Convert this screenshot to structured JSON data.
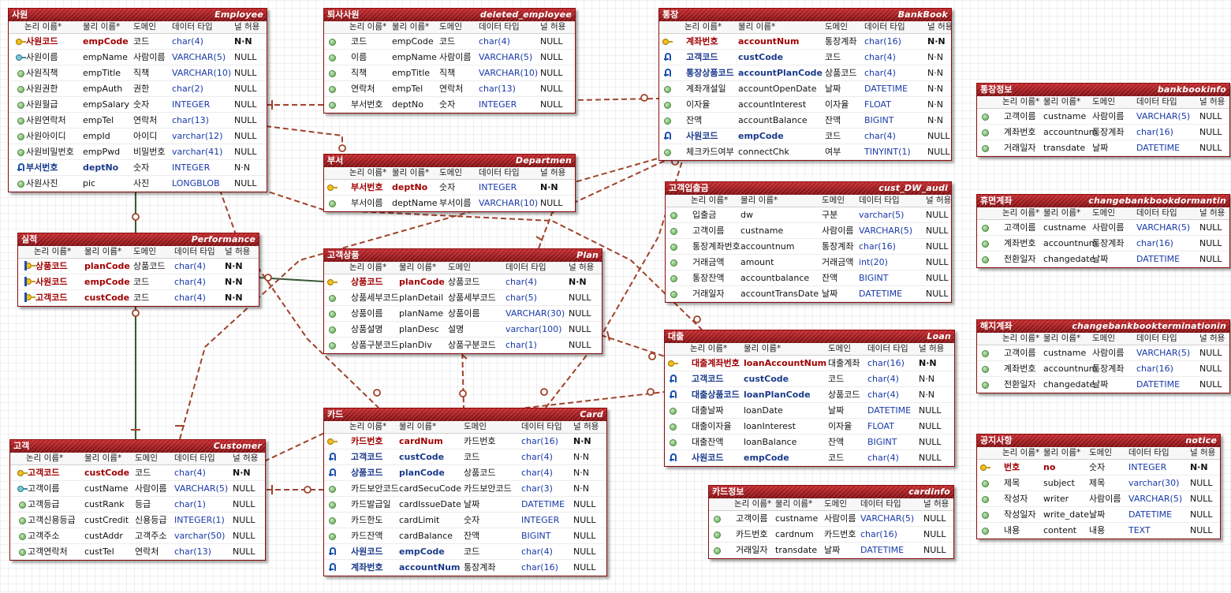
{
  "colors": {
    "relationship_line": "#a0422a",
    "identifying_line": "#3a5a3a",
    "header_dark": "#7d0c0f",
    "header_light": "#c0262a",
    "key_column": "#a00000",
    "foreign_key_column": "#1a3a8a",
    "type_text": "#1a3aa8"
  },
  "column_headers": [
    "논리 이름*",
    "물리 이름*",
    "도메인",
    "데이터 타입",
    "널 허용"
  ],
  "entities": [
    {
      "id": "employee",
      "logical": "사원",
      "physical": "Employee",
      "rows": [
        {
          "key": "pk",
          "log": "사원코드",
          "phys": "empCode",
          "dom": "코드",
          "type": "char(4)",
          "null": "N·N"
        },
        {
          "key": "uk",
          "log": "사원이름",
          "phys": "empName",
          "dom": "사람이름",
          "type": "VARCHAR(5)",
          "null": "NULL"
        },
        {
          "key": "",
          "log": "사원직책",
          "phys": "empTitle",
          "dom": "직책",
          "type": "VARCHAR(10)",
          "null": "NULL"
        },
        {
          "key": "",
          "log": "사원권한",
          "phys": "empAuth",
          "dom": "권한",
          "type": "char(2)",
          "null": "NULL"
        },
        {
          "key": "",
          "log": "사원월급",
          "phys": "empSalary",
          "dom": "숫자",
          "type": "INTEGER",
          "null": "NULL"
        },
        {
          "key": "",
          "log": "사원연락처",
          "phys": "empTel",
          "dom": "연락처",
          "type": "char(13)",
          "null": "NULL"
        },
        {
          "key": "",
          "log": "사원아이디",
          "phys": "empId",
          "dom": "아이디",
          "type": "varchar(12)",
          "null": "NULL"
        },
        {
          "key": "",
          "log": "사원비밀번호",
          "phys": "empPwd",
          "dom": "비밀번호",
          "type": "varchar(41)",
          "null": "NULL"
        },
        {
          "key": "fk",
          "log": "부서번호",
          "phys": "deptNo",
          "dom": "숫자",
          "type": "INTEGER",
          "null": "N·N"
        },
        {
          "key": "",
          "log": "사원사진",
          "phys": "pic",
          "dom": "사진",
          "type": "LONGBLOB",
          "null": "NULL"
        }
      ]
    },
    {
      "id": "deleted_employee",
      "logical": "퇴사사원",
      "physical": "deleted_employee",
      "rows": [
        {
          "key": "",
          "log": "코드",
          "phys": "empCode",
          "dom": "코드",
          "type": "char(4)",
          "null": "NULL"
        },
        {
          "key": "",
          "log": "이름",
          "phys": "empName",
          "dom": "사람이름",
          "type": "VARCHAR(5)",
          "null": "NULL"
        },
        {
          "key": "",
          "log": "직책",
          "phys": "empTitle",
          "dom": "직책",
          "type": "VARCHAR(10)",
          "null": "NULL"
        },
        {
          "key": "",
          "log": "연락처",
          "phys": "empTel",
          "dom": "연락처",
          "type": "char(13)",
          "null": "NULL"
        },
        {
          "key": "",
          "log": "부서번호",
          "phys": "deptNo",
          "dom": "숫자",
          "type": "INTEGER",
          "null": "NULL"
        }
      ]
    },
    {
      "id": "department",
      "logical": "부서",
      "physical": "Departmen",
      "rows": [
        {
          "key": "pk",
          "log": "부서번호",
          "phys": "deptNo",
          "dom": "숫자",
          "type": "INTEGER",
          "null": "N·N"
        },
        {
          "key": "",
          "log": "부서이름",
          "phys": "deptName",
          "dom": "부서이름",
          "type": "VARCHAR(10)",
          "null": "NULL"
        }
      ]
    },
    {
      "id": "bankbook",
      "logical": "통장",
      "physical": "BankBook",
      "rows": [
        {
          "key": "pk",
          "log": "계좌번호",
          "phys": "accountNum",
          "dom": "통장계좌",
          "type": "char(16)",
          "null": "N·N"
        },
        {
          "key": "fk",
          "log": "고객코드",
          "phys": "custCode",
          "dom": "코드",
          "type": "char(4)",
          "null": "N·N"
        },
        {
          "key": "fk",
          "log": "통장상품코드",
          "phys": "accountPlanCode",
          "dom": "상품코드",
          "type": "char(4)",
          "null": "N·N"
        },
        {
          "key": "",
          "log": "계좌개설일",
          "phys": "accountOpenDate",
          "dom": "날짜",
          "type": "DATETIME",
          "null": "N·N"
        },
        {
          "key": "",
          "log": "이자율",
          "phys": "accountInterest",
          "dom": "이자율",
          "type": "FLOAT",
          "null": "N·N"
        },
        {
          "key": "",
          "log": "잔액",
          "phys": "accountBalance",
          "dom": "잔액",
          "type": "BIGINT",
          "null": "N·N"
        },
        {
          "key": "fk",
          "log": "사원코드",
          "phys": "empCode",
          "dom": "코드",
          "type": "char(4)",
          "null": "NULL"
        },
        {
          "key": "",
          "log": "체크카드여부",
          "phys": "connectChk",
          "dom": "여부",
          "type": "TINYINT(1)",
          "null": "NULL"
        }
      ]
    },
    {
      "id": "bankbookinfo",
      "logical": "통장정보",
      "physical": "bankbookinfo",
      "rows": [
        {
          "key": "",
          "log": "고객이름",
          "phys": "custname",
          "dom": "사람이름",
          "type": "VARCHAR(5)",
          "null": "NULL"
        },
        {
          "key": "",
          "log": "계좌번호",
          "phys": "accountnum",
          "dom": "통장계좌",
          "type": "char(16)",
          "null": "NULL"
        },
        {
          "key": "",
          "log": "거래일자",
          "phys": "transdate",
          "dom": "날짜",
          "type": "DATETIME",
          "null": "NULL"
        }
      ]
    },
    {
      "id": "cust_dw_audit",
      "logical": "고객입출금",
      "physical": "cust_DW_audi",
      "rows": [
        {
          "key": "",
          "log": "입출금",
          "phys": "dw",
          "dom": "구분",
          "type": "varchar(5)",
          "null": "NULL"
        },
        {
          "key": "",
          "log": "고객이름",
          "phys": "custname",
          "dom": "사람이름",
          "type": "VARCHAR(5)",
          "null": "NULL"
        },
        {
          "key": "",
          "log": "통장계좌번호",
          "phys": "accountnum",
          "dom": "통장계좌",
          "type": "char(16)",
          "null": "NULL"
        },
        {
          "key": "",
          "log": "거래금액",
          "phys": "amount",
          "dom": "거래금액",
          "type": "int(20)",
          "null": "NULL"
        },
        {
          "key": "",
          "log": "통장잔액",
          "phys": "accountbalance",
          "dom": "잔액",
          "type": "BIGINT",
          "null": "NULL"
        },
        {
          "key": "",
          "log": "거래일자",
          "phys": "accountTransDate",
          "dom": "날짜",
          "type": "DATETIME",
          "null": "NULL"
        }
      ]
    },
    {
      "id": "dormant",
      "logical": "휴면계좌",
      "physical": "changebankbookdormantin",
      "rows": [
        {
          "key": "",
          "log": "고객이름",
          "phys": "custname",
          "dom": "사람이름",
          "type": "VARCHAR(5)",
          "null": "NULL"
        },
        {
          "key": "",
          "log": "계좌번호",
          "phys": "accountnum",
          "dom": "통장계좌",
          "type": "char(16)",
          "null": "NULL"
        },
        {
          "key": "",
          "log": "전환일자",
          "phys": "changedate",
          "dom": "날짜",
          "type": "DATETIME",
          "null": "NULL"
        }
      ]
    },
    {
      "id": "termination",
      "logical": "해지계좌",
      "physical": "changebankbookterminationin",
      "rows": [
        {
          "key": "",
          "log": "고객이름",
          "phys": "custname",
          "dom": "사람이름",
          "type": "VARCHAR(5)",
          "null": "NULL"
        },
        {
          "key": "",
          "log": "계좌번호",
          "phys": "accountnum",
          "dom": "통장계좌",
          "type": "char(16)",
          "null": "NULL"
        },
        {
          "key": "",
          "log": "전환일자",
          "phys": "changedate",
          "dom": "날짜",
          "type": "DATETIME",
          "null": "NULL"
        }
      ]
    },
    {
      "id": "performance",
      "logical": "실적",
      "physical": "Performance",
      "rows": [
        {
          "key": "pkfk",
          "log": "상품코드",
          "phys": "planCode",
          "dom": "상품코드",
          "type": "char(4)",
          "null": "N·N"
        },
        {
          "key": "pkfk",
          "log": "사원코드",
          "phys": "empCode",
          "dom": "코드",
          "type": "char(4)",
          "null": "N·N"
        },
        {
          "key": "pkfk",
          "log": "고객코드",
          "phys": "custCode",
          "dom": "코드",
          "type": "char(4)",
          "null": "N·N"
        }
      ]
    },
    {
      "id": "plan",
      "logical": "고객상품",
      "physical": "Plan",
      "rows": [
        {
          "key": "pk",
          "log": "상품코드",
          "phys": "planCode",
          "dom": "상품코드",
          "type": "char(4)",
          "null": "N·N"
        },
        {
          "key": "",
          "log": "상품세부코드",
          "phys": "planDetail",
          "dom": "상품세부코드",
          "type": "char(5)",
          "null": "NULL"
        },
        {
          "key": "",
          "log": "상품이름",
          "phys": "planName",
          "dom": "상품이름",
          "type": "VARCHAR(30)",
          "null": "NULL"
        },
        {
          "key": "",
          "log": "상품설명",
          "phys": "planDesc",
          "dom": "설명",
          "type": "varchar(100)",
          "null": "NULL"
        },
        {
          "key": "",
          "log": "상품구분코드",
          "phys": "planDiv",
          "dom": "상품구분코드",
          "type": "char(1)",
          "null": "NULL"
        }
      ]
    },
    {
      "id": "loan",
      "logical": "대출",
      "physical": "Loan",
      "rows": [
        {
          "key": "pk",
          "log": "대출계좌번호",
          "phys": "loanAccountNum",
          "dom": "대출계좌",
          "type": "char(16)",
          "null": "N·N"
        },
        {
          "key": "fk",
          "log": "고객코드",
          "phys": "custCode",
          "dom": "코드",
          "type": "char(4)",
          "null": "N·N"
        },
        {
          "key": "fk",
          "log": "대출상품코드",
          "phys": "loanPlanCode",
          "dom": "상품코드",
          "type": "char(4)",
          "null": "N·N"
        },
        {
          "key": "",
          "log": "대출날짜",
          "phys": "loanDate",
          "dom": "날짜",
          "type": "DATETIME",
          "null": "NULL"
        },
        {
          "key": "",
          "log": "대출이자율",
          "phys": "loanInterest",
          "dom": "이자율",
          "type": "FLOAT",
          "null": "NULL"
        },
        {
          "key": "",
          "log": "대출잔액",
          "phys": "loanBalance",
          "dom": "잔액",
          "type": "BIGINT",
          "null": "NULL"
        },
        {
          "key": "fk",
          "log": "사원코드",
          "phys": "empCode",
          "dom": "코드",
          "type": "char(4)",
          "null": "NULL"
        }
      ]
    },
    {
      "id": "customer",
      "logical": "고객",
      "physical": "Customer",
      "rows": [
        {
          "key": "pk",
          "log": "고객코드",
          "phys": "custCode",
          "dom": "코드",
          "type": "char(4)",
          "null": "N·N"
        },
        {
          "key": "uk",
          "log": "고객이름",
          "phys": "custName",
          "dom": "사람이름",
          "type": "VARCHAR(5)",
          "null": "NULL"
        },
        {
          "key": "",
          "log": "고객등급",
          "phys": "custRank",
          "dom": "등급",
          "type": "char(1)",
          "null": "NULL"
        },
        {
          "key": "",
          "log": "고객신용등급",
          "phys": "custCredit",
          "dom": "신용등급",
          "type": "INTEGER(1)",
          "null": "NULL"
        },
        {
          "key": "",
          "log": "고객주소",
          "phys": "custAddr",
          "dom": "고객주소",
          "type": "varchar(50)",
          "null": "NULL"
        },
        {
          "key": "",
          "log": "고객연락처",
          "phys": "custTel",
          "dom": "연락처",
          "type": "char(13)",
          "null": "NULL"
        }
      ]
    },
    {
      "id": "card",
      "logical": "카드",
      "physical": "Card",
      "rows": [
        {
          "key": "pk",
          "log": "카드번호",
          "phys": "cardNum",
          "dom": "카드번호",
          "type": "char(16)",
          "null": "N·N"
        },
        {
          "key": "fk",
          "log": "고객코드",
          "phys": "custCode",
          "dom": "코드",
          "type": "char(4)",
          "null": "N·N"
        },
        {
          "key": "fk",
          "log": "상품코드",
          "phys": "planCode",
          "dom": "상품코드",
          "type": "char(4)",
          "null": "N·N"
        },
        {
          "key": "",
          "log": "카드보안코드",
          "phys": "cardSecuCode",
          "dom": "카드보안코드",
          "type": "char(3)",
          "null": "N·N"
        },
        {
          "key": "",
          "log": "카드발급일",
          "phys": "cardIssueDate",
          "dom": "날짜",
          "type": "DATETIME",
          "null": "NULL"
        },
        {
          "key": "",
          "log": "카드한도",
          "phys": "cardLimit",
          "dom": "숫자",
          "type": "INTEGER",
          "null": "NULL"
        },
        {
          "key": "",
          "log": "카드잔액",
          "phys": "cardBalance",
          "dom": "잔액",
          "type": "BIGINT",
          "null": "NULL"
        },
        {
          "key": "fk",
          "log": "사원코드",
          "phys": "empCode",
          "dom": "코드",
          "type": "char(4)",
          "null": "NULL"
        },
        {
          "key": "fk",
          "log": "계좌번호",
          "phys": "accountNum",
          "dom": "통장계좌",
          "type": "char(16)",
          "null": "NULL"
        }
      ]
    },
    {
      "id": "cardinfo",
      "logical": "카드정보",
      "physical": "cardinfo",
      "rows": [
        {
          "key": "",
          "log": "고객이름",
          "phys": "custname",
          "dom": "사람이름",
          "type": "VARCHAR(5)",
          "null": "NULL"
        },
        {
          "key": "",
          "log": "카드번호",
          "phys": "cardnum",
          "dom": "카드번호",
          "type": "char(16)",
          "null": "NULL"
        },
        {
          "key": "",
          "log": "거래일자",
          "phys": "transdate",
          "dom": "날짜",
          "type": "DATETIME",
          "null": "NULL"
        }
      ]
    },
    {
      "id": "notice",
      "logical": "공지사항",
      "physical": "notice",
      "rows": [
        {
          "key": "pk",
          "log": "번호",
          "phys": "no",
          "dom": "숫자",
          "type": "INTEGER",
          "null": "N·N"
        },
        {
          "key": "",
          "log": "제목",
          "phys": "subject",
          "dom": "제목",
          "type": "varchar(30)",
          "null": "NULL"
        },
        {
          "key": "",
          "log": "작성자",
          "phys": "writer",
          "dom": "사람이름",
          "type": "VARCHAR(5)",
          "null": "NULL"
        },
        {
          "key": "",
          "log": "작성일자",
          "phys": "write_date",
          "dom": "날짜",
          "type": "DATETIME",
          "null": "NULL"
        },
        {
          "key": "",
          "log": "내용",
          "phys": "content",
          "dom": "내용",
          "type": "TEXT",
          "null": "NULL"
        }
      ]
    }
  ],
  "relationships": [
    {
      "from": "employee",
      "to": "department",
      "style": "non-identifying"
    },
    {
      "from": "employee",
      "to": "bankbook",
      "style": "non-identifying"
    },
    {
      "from": "employee",
      "to": "performance",
      "style": "identifying"
    },
    {
      "from": "employee",
      "to": "card",
      "style": "non-identifying"
    },
    {
      "from": "employee",
      "to": "loan",
      "style": "non-identifying"
    },
    {
      "from": "customer",
      "to": "performance",
      "style": "identifying"
    },
    {
      "from": "plan",
      "to": "performance",
      "style": "identifying"
    },
    {
      "from": "customer",
      "to": "bankbook",
      "style": "non-identifying"
    },
    {
      "from": "customer",
      "to": "card",
      "style": "non-identifying"
    },
    {
      "from": "customer",
      "to": "loan",
      "style": "non-identifying"
    },
    {
      "from": "plan",
      "to": "bankbook",
      "style": "non-identifying"
    },
    {
      "from": "plan",
      "to": "card",
      "style": "non-identifying"
    },
    {
      "from": "plan",
      "to": "loan",
      "style": "non-identifying"
    },
    {
      "from": "bankbook",
      "to": "card",
      "style": "non-identifying"
    }
  ]
}
